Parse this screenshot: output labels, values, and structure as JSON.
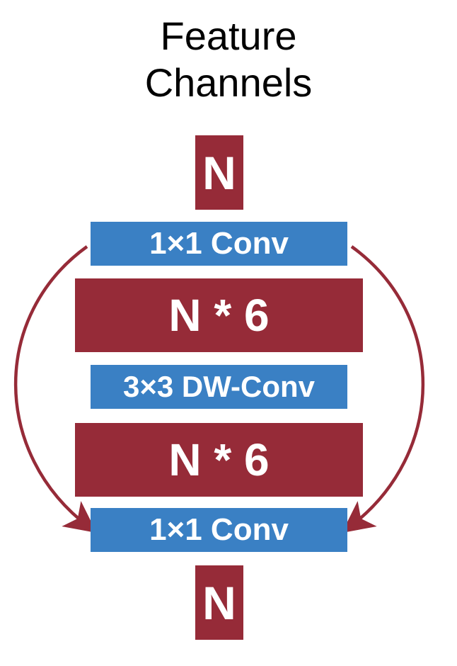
{
  "title": {
    "line1": "Feature",
    "line2": "Channels"
  },
  "blocks": {
    "input_channels": "N",
    "expand_conv": "1×1 Conv",
    "expanded_channels_1": "N * 6",
    "depthwise_conv": "3×3 DW-Conv",
    "expanded_channels_2": "N * 6",
    "project_conv": "1×1 Conv",
    "output_channels": "N"
  },
  "colors": {
    "channel_block": "#962b38",
    "conv_block": "#3a80c4",
    "skip_arrow": "#962b38",
    "text_on_block": "#ffffff",
    "title": "#000000"
  }
}
